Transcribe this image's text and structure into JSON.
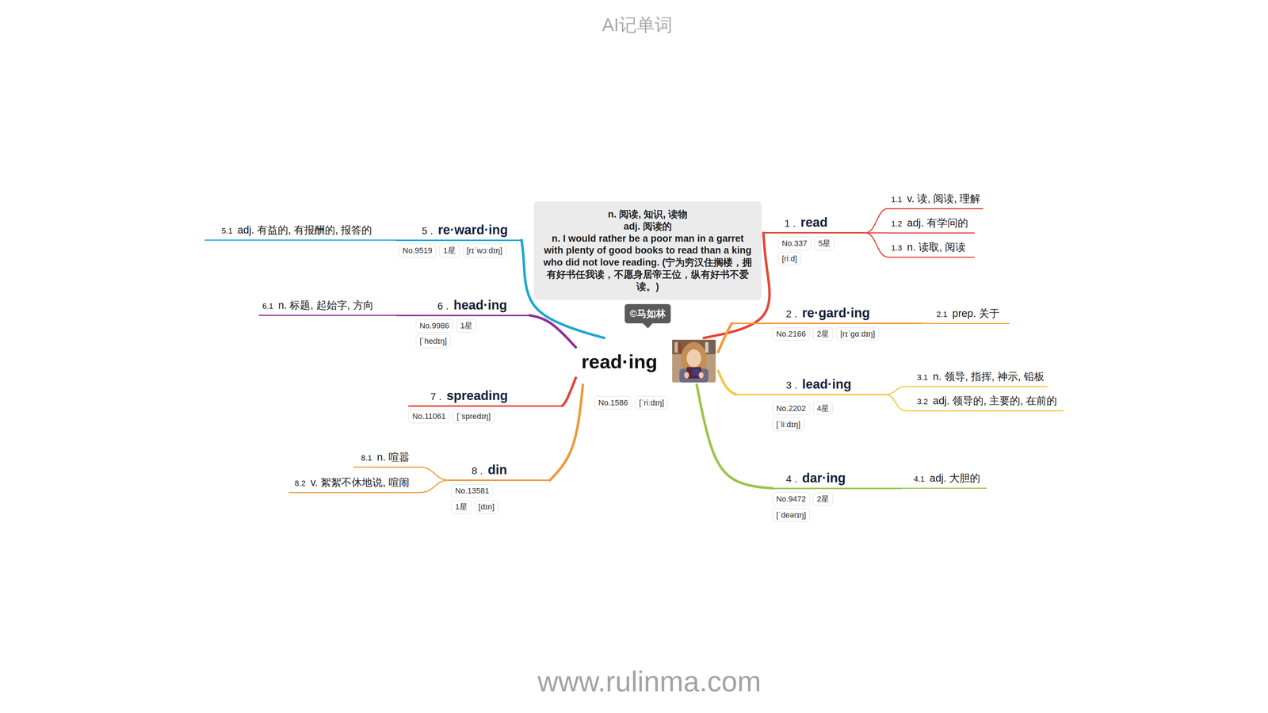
{
  "diagram": {
    "title": "AI记单词",
    "nodes": [
      {
        "text": [
          "read·ing"
        ]
      },
      {
        "text": [
          "n. 阅读, 知识, 读物",
          "adj. 阅读的",
          "n. I would rather be a poor man in a garret with plenty of good books to read than a king who did not love reading. (宁为穷汉住搁楼，拥有好书任我读，不愿身居帝王位，纵有好书不爱读。)"
        ]
      },
      {
        "text": [
          "©马如林"
        ]
      },
      {
        "text": [
          "No.1586"
        ]
      },
      {
        "text": [
          "[ˈriːdɪŋ]"
        ]
      },
      {
        "text": [
          "1 .",
          "read"
        ]
      },
      {
        "text": [
          "No.337"
        ]
      },
      {
        "text": [
          "5星"
        ]
      },
      {
        "text": [
          "[riːd]"
        ]
      },
      {
        "text": [
          "1.1",
          "v. 读, 阅读, 理解"
        ]
      },
      {
        "text": [
          "1.2",
          "adj. 有学问的"
        ]
      },
      {
        "text": [
          "1.3",
          "n. 读取, 阅读"
        ]
      },
      {
        "text": [
          "2 .",
          "re·gard·ing"
        ]
      },
      {
        "text": [
          "No.2166"
        ]
      },
      {
        "text": [
          "2星"
        ]
      },
      {
        "text": [
          "[rɪˈgɑːdɪŋ]"
        ]
      },
      {
        "text": [
          "2.1",
          "prep. 关于"
        ]
      },
      {
        "text": [
          "3 .",
          "lead·ing"
        ]
      },
      {
        "text": [
          "No.2202"
        ]
      },
      {
        "text": [
          "4星"
        ]
      },
      {
        "text": [
          "[ˈliːdɪŋ]"
        ]
      },
      {
        "text": [
          "3.1",
          "n. 领导, 指挥, 神示, 铅板"
        ]
      },
      {
        "text": [
          "3.2",
          "adj. 领导的, 主要的, 在前的"
        ]
      },
      {
        "text": [
          "4 .",
          "dar·ing"
        ]
      },
      {
        "text": [
          "No.9472"
        ]
      },
      {
        "text": [
          "2星"
        ]
      },
      {
        "text": [
          "[ˈdeərɪŋ]"
        ]
      },
      {
        "text": [
          "4.1",
          "adj. 大胆的"
        ]
      },
      {
        "text": [
          "5 .",
          "re·ward·ing"
        ]
      },
      {
        "text": [
          "No.9519"
        ]
      },
      {
        "text": [
          "1星"
        ]
      },
      {
        "text": [
          "[rɪˈwɔːdɪŋ]"
        ]
      },
      {
        "text": [
          "5.1",
          "adj. 有益的, 有报酬的, 报答的"
        ]
      },
      {
        "text": [
          "6 .",
          "head·ing"
        ]
      },
      {
        "text": [
          "No.9986"
        ]
      },
      {
        "text": [
          "1星"
        ]
      },
      {
        "text": [
          "[ˈhedɪŋ]"
        ]
      },
      {
        "text": [
          "6.1",
          "n. 标题, 起始字, 方向"
        ]
      },
      {
        "text": [
          "7 .",
          "spreading"
        ]
      },
      {
        "text": [
          "No.11061"
        ]
      },
      {
        "text": [
          "[ˈspredɪŋ]"
        ]
      },
      {
        "text": [
          "8 .",
          "din"
        ]
      },
      {
        "text": [
          "No.13581"
        ]
      },
      {
        "text": [
          "1星"
        ]
      },
      {
        "text": [
          "[dɪn]"
        ]
      },
      {
        "text": [
          "8.1",
          "n. 喧嚣"
        ]
      },
      {
        "text": [
          "8.2",
          "v. 絮絮不休地说, 喧闹"
        ]
      }
    ],
    "edges": [
      {
        "from": 0,
        "to": 5,
        "arrow": "none"
      },
      {
        "from": 0,
        "to": 12,
        "arrow": "none"
      },
      {
        "from": 0,
        "to": 17,
        "arrow": "none"
      },
      {
        "from": 0,
        "to": 23,
        "arrow": "none"
      },
      {
        "from": 0,
        "to": 28,
        "arrow": "none"
      },
      {
        "from": 0,
        "to": 33,
        "arrow": "none"
      },
      {
        "from": 0,
        "to": 38,
        "arrow": "none"
      },
      {
        "from": 0,
        "to": 41,
        "arrow": "none"
      },
      {
        "from": 5,
        "to": 9,
        "arrow": "none"
      },
      {
        "from": 5,
        "to": 10,
        "arrow": "none"
      },
      {
        "from": 5,
        "to": 11,
        "arrow": "none"
      },
      {
        "from": 12,
        "to": 16,
        "arrow": "none"
      },
      {
        "from": 17,
        "to": 21,
        "arrow": "none"
      },
      {
        "from": 17,
        "to": 22,
        "arrow": "none"
      },
      {
        "from": 23,
        "to": 27,
        "arrow": "none"
      },
      {
        "from": 28,
        "to": 32,
        "arrow": "none"
      },
      {
        "from": 33,
        "to": 37,
        "arrow": "none"
      },
      {
        "from": 41,
        "to": 45,
        "arrow": "none"
      },
      {
        "from": 41,
        "to": 46,
        "arrow": "none"
      }
    ],
    "labels": [
      "www.rulinma.com"
    ]
  }
}
